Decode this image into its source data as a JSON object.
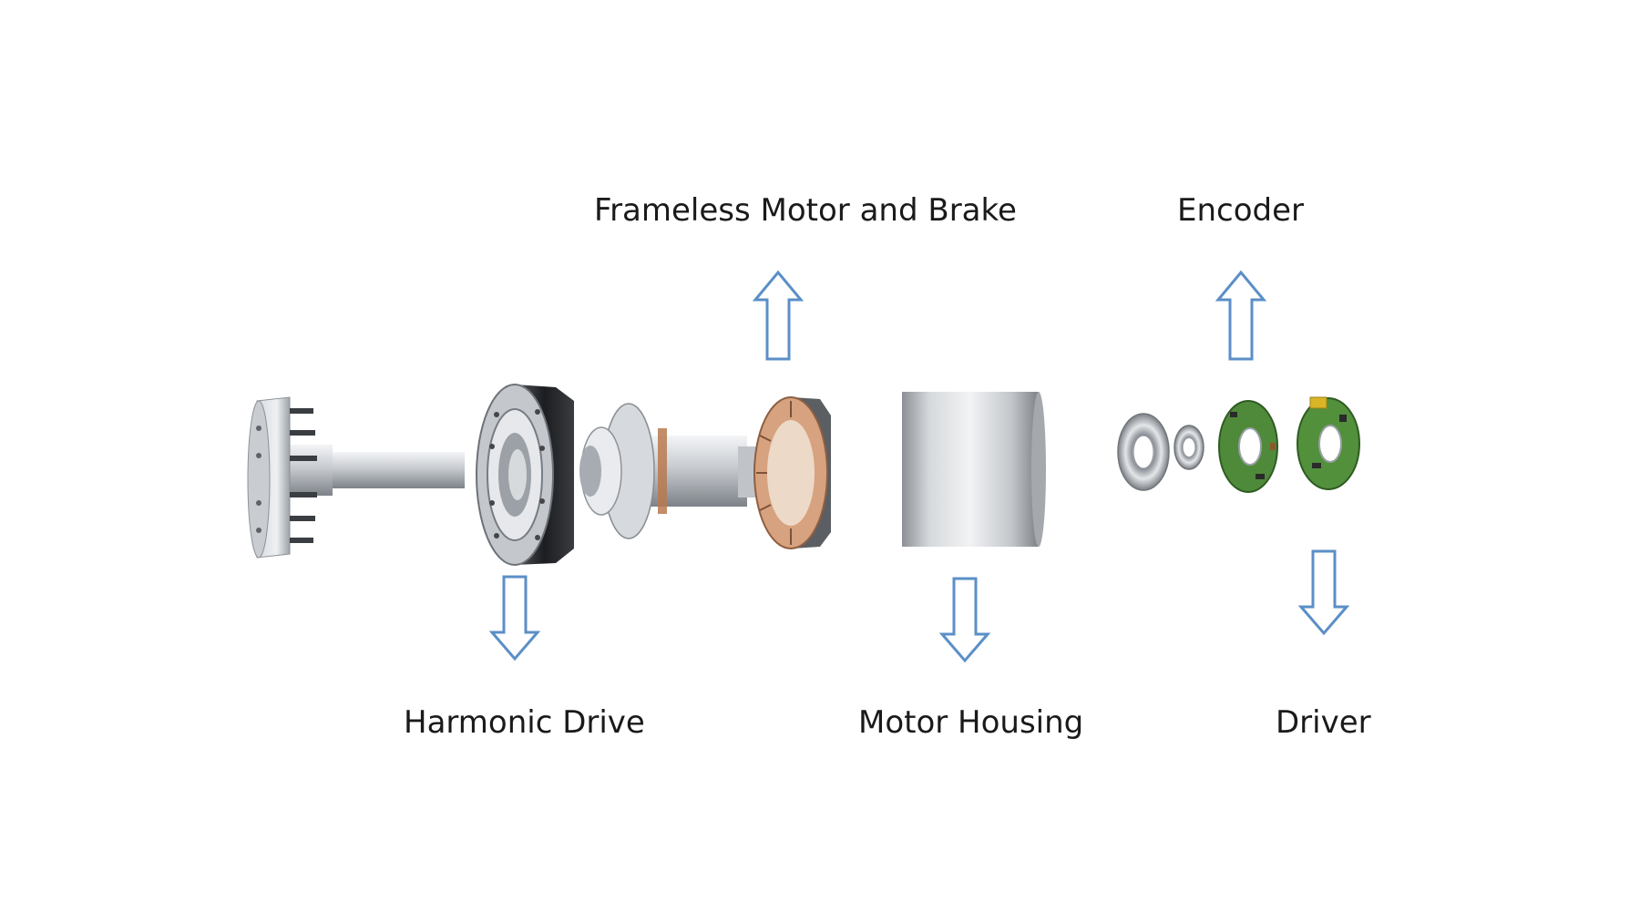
{
  "labels": {
    "frameless_motor": "Frameless Motor and Brake",
    "encoder": "Encoder",
    "harmonic_drive": "Harmonic Drive",
    "motor_housing": "Motor Housing",
    "driver": "Driver"
  },
  "colors": {
    "arrow_stroke": "#5b8fc7",
    "text": "#1a1a1a",
    "metal_light": "#e8eaed",
    "metal_mid": "#b9bec5",
    "metal_dark": "#6f757c",
    "drive_black": "#1e1f22",
    "copper": "#c98b63",
    "pcb_green": "#4f8a3a",
    "pcb_yellow": "#d9b526"
  },
  "icons": {
    "up_arrow": "hollow-up-arrow",
    "down_arrow": "hollow-down-arrow"
  }
}
